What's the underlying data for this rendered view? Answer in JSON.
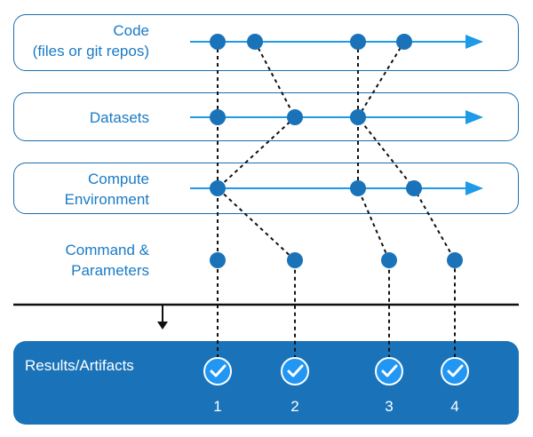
{
  "lanes": {
    "code": "Code\n(files or git repos)",
    "datasets": "Datasets",
    "compute": "Compute\nEnvironment",
    "command": "Command &\nParameters"
  },
  "results": {
    "label": "Results/Artifacts",
    "runs": [
      "1",
      "2",
      "3",
      "4"
    ]
  },
  "colors": {
    "node": "#1a73b9",
    "arrow": "#1e9be6",
    "label": "#1a7bc6",
    "results_bg": "#1a73b9",
    "check_bg": "#2196f3"
  }
}
